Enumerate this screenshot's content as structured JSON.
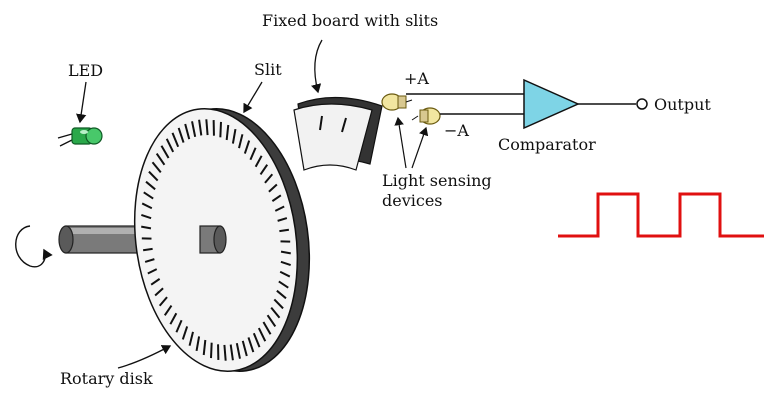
{
  "labels": {
    "fixed_board": "Fixed board with slits",
    "led": "LED",
    "slit": "Slit",
    "plus_a": "+A",
    "minus_a": "−A",
    "output": "Output",
    "comparator": "Comparator",
    "light_sensing_1": "Light sensing",
    "light_sensing_2": "devices",
    "rotary_disk": "Rotary disk"
  },
  "disk": {
    "slit_count": 64
  },
  "colors": {
    "led": "#2aa84a",
    "comparator": "#7ed4e6",
    "waveform": "#e01010",
    "sensor": "#f2e6a0"
  },
  "icons": [
    "led-icon",
    "rotation-arrow-icon",
    "light-sensor-icon",
    "comparator-icon",
    "output-terminal-icon"
  ]
}
